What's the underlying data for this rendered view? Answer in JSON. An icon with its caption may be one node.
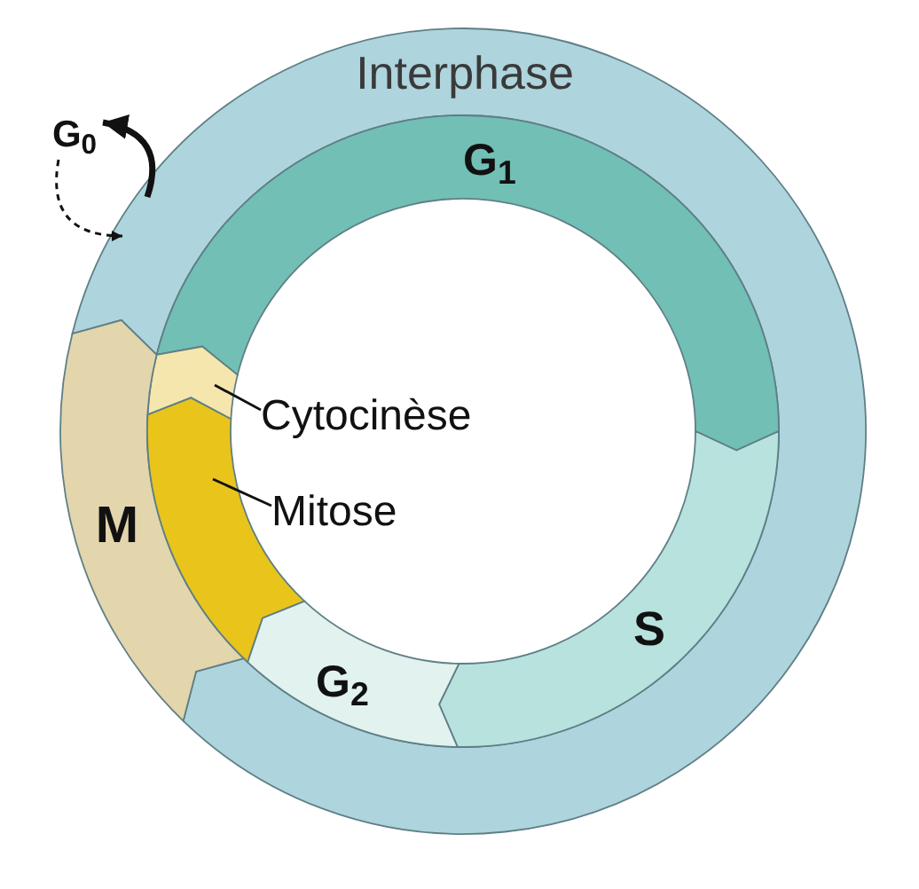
{
  "diagram": {
    "nodes": [
      {
        "text": [
          "Interphase"
        ]
      },
      {
        "text": [
          "G$_{0}$"
        ]
      },
      {
        "text": [
          "G$_{1}$"
        ]
      },
      {
        "text": [
          "Cytocinèse"
        ]
      },
      {
        "text": [],
        "shape": "arc"
      },
      {
        "text": [
          "M"
        ]
      },
      {
        "text": [
          "Mitose"
        ]
      },
      {
        "text": [],
        "shape": "arc"
      },
      {
        "text": [
          "S"
        ]
      },
      {
        "text": [
          "G$_{2}$"
        ]
      }
    ],
    "edges": [
      {
        "from": 0,
        "to": 1,
        "arrow": "to",
        "style": "thick"
      },
      {
        "from": 1,
        "to": 0,
        "arrow": "to",
        "style": "dashed"
      },
      {
        "from": 3,
        "to": 4,
        "arrow": "none"
      },
      {
        "from": 6,
        "to": 7,
        "arrow": "none"
      }
    ]
  }
}
